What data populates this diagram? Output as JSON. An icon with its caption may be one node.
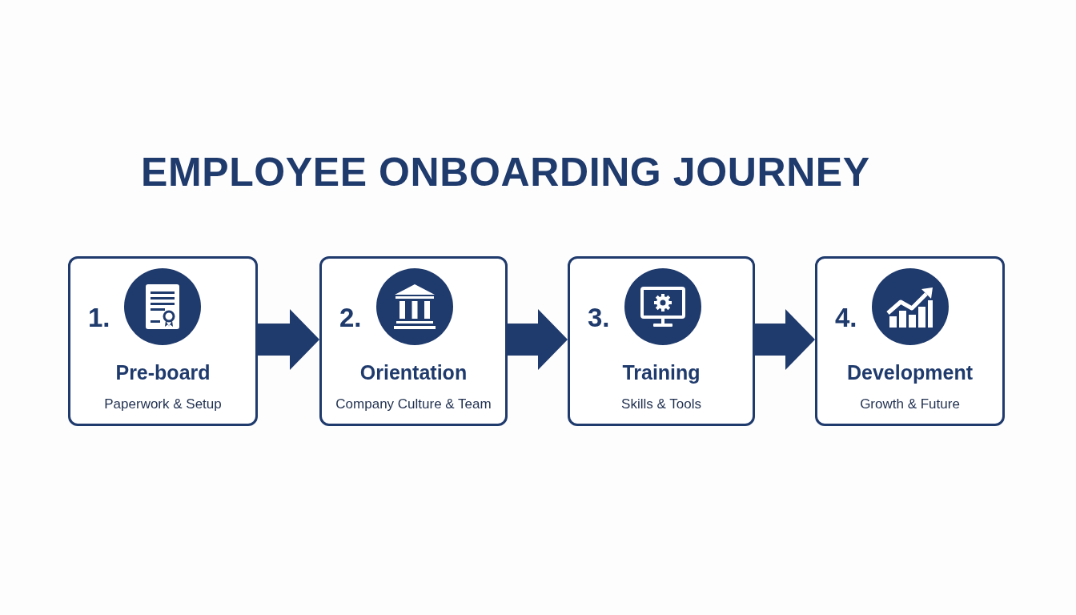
{
  "diagram": {
    "title": "EMPLOYEE ONBOARDING JOURNEY",
    "nodes": [
      {
        "text": [
          "1.",
          "Pre-board",
          "Paperwork & Setup"
        ]
      },
      {
        "text": [
          "2.",
          "Orientation",
          "Company Culture & Team"
        ]
      },
      {
        "text": [
          "3.",
          "Training",
          "Skills & Tools"
        ]
      },
      {
        "text": [
          "4.",
          "Development",
          "Growth & Future"
        ]
      }
    ],
    "edges": [
      {
        "from": 0,
        "to": 1,
        "arrow": "to",
        "style": "thick"
      },
      {
        "from": 1,
        "to": 2,
        "arrow": "to",
        "style": "thick"
      },
      {
        "from": 2,
        "to": 3,
        "arrow": "to",
        "style": "thick"
      }
    ]
  }
}
